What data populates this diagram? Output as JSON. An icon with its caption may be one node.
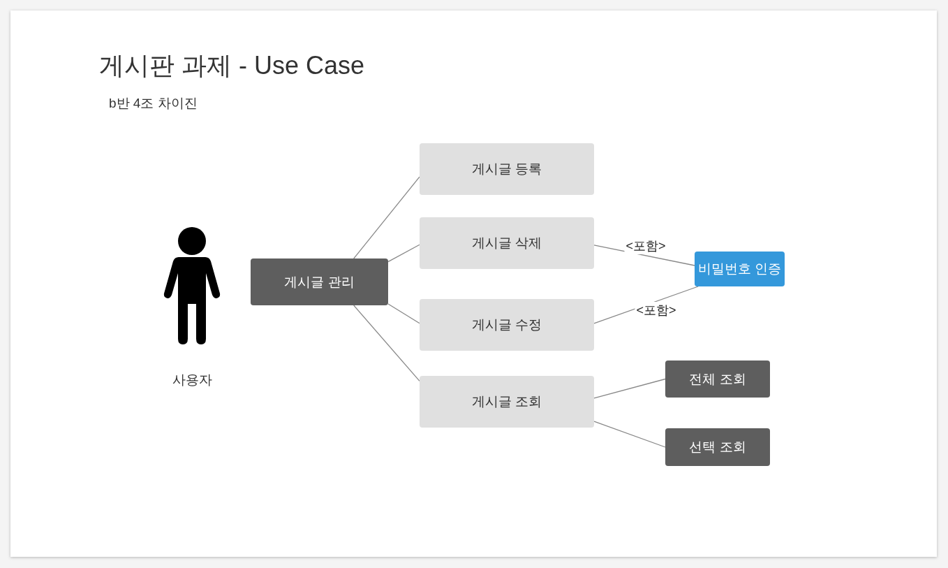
{
  "diagram": {
    "title": "게시판 과제 - Use Case",
    "caption": "b반 4조 차이진",
    "nodes": [
      {
        "text": [
          "사용자"
        ]
      },
      {
        "text": [
          "게시글 관리"
        ]
      },
      {
        "text": [
          "게시글 등록"
        ]
      },
      {
        "text": [
          "게시글 삭제"
        ]
      },
      {
        "text": [
          "게시글 수정"
        ]
      },
      {
        "text": [
          "게시글 조회"
        ]
      },
      {
        "text": [
          "비밀번호 인증"
        ]
      },
      {
        "text": [
          "전체 조회"
        ]
      },
      {
        "text": [
          "선택 조회"
        ]
      }
    ],
    "edges": [
      {
        "from": 1,
        "to": 2,
        "arrow": "none"
      },
      {
        "from": 1,
        "to": 3,
        "arrow": "none"
      },
      {
        "from": 1,
        "to": 4,
        "arrow": "none"
      },
      {
        "from": 1,
        "to": 5,
        "arrow": "none"
      },
      {
        "from": 3,
        "to": 6,
        "arrow": "none",
        "label": "<포함>"
      },
      {
        "from": 4,
        "to": 6,
        "arrow": "none",
        "label": "<포함>"
      },
      {
        "from": 5,
        "to": 7,
        "arrow": "none"
      },
      {
        "from": 5,
        "to": 8,
        "arrow": "none"
      }
    ]
  }
}
